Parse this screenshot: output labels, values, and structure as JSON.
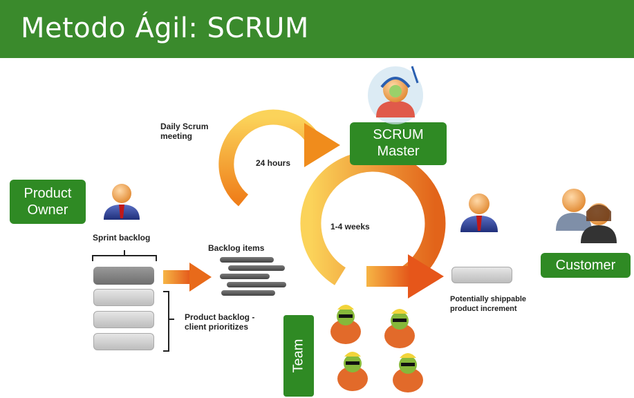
{
  "title": "Metodo Ágil: SCRUM",
  "boxes": {
    "product_owner": [
      "Product",
      "Owner"
    ],
    "scrum_master": [
      "SCRUM",
      "Master"
    ],
    "customer": "Customer",
    "team": "Team"
  },
  "labels": {
    "daily_scrum": [
      "Daily Scrum",
      "meeting"
    ],
    "hours": "24 hours",
    "weeks": "1-4 weeks",
    "sprint_backlog": "Sprint backlog",
    "backlog_items": "Backlog items",
    "product_backlog": [
      "Product backlog -",
      "client prioritizes"
    ],
    "increment": [
      "Potentially shippable",
      "product increment"
    ]
  },
  "colors": {
    "header_green": "#3a8a2c",
    "box_green": "#2f8a24",
    "arrow_orange": "#f0901a",
    "arrow_yellow": "#f8c84a"
  },
  "icons": [
    "scrum-master-avatar-icon",
    "product-owner-person-icon",
    "team-member-person-icon",
    "customer-people-icon",
    "team-turtle-icon"
  ]
}
